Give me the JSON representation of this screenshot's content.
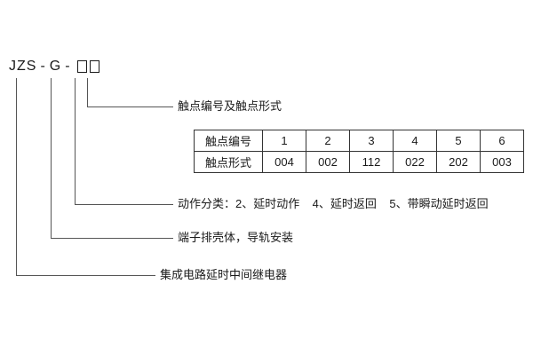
{
  "model": {
    "series": "JZS",
    "dash": "-",
    "variant": "G"
  },
  "callouts": [
    {
      "label": "触点编号及触点形式"
    },
    {
      "label": "动作分类：2、延时动作    4、延时返回    5、带瞬动延时返回"
    },
    {
      "label": "端子排壳体，导轨安装"
    },
    {
      "label": "集成电路延时中间继电器"
    }
  ],
  "contact_table": {
    "rows": [
      {
        "header": "触点编号",
        "cells": [
          "1",
          "2",
          "3",
          "4",
          "5",
          "6"
        ]
      },
      {
        "header": "触点形式",
        "cells": [
          "004",
          "002",
          "112",
          "022",
          "202",
          "003"
        ]
      }
    ]
  }
}
